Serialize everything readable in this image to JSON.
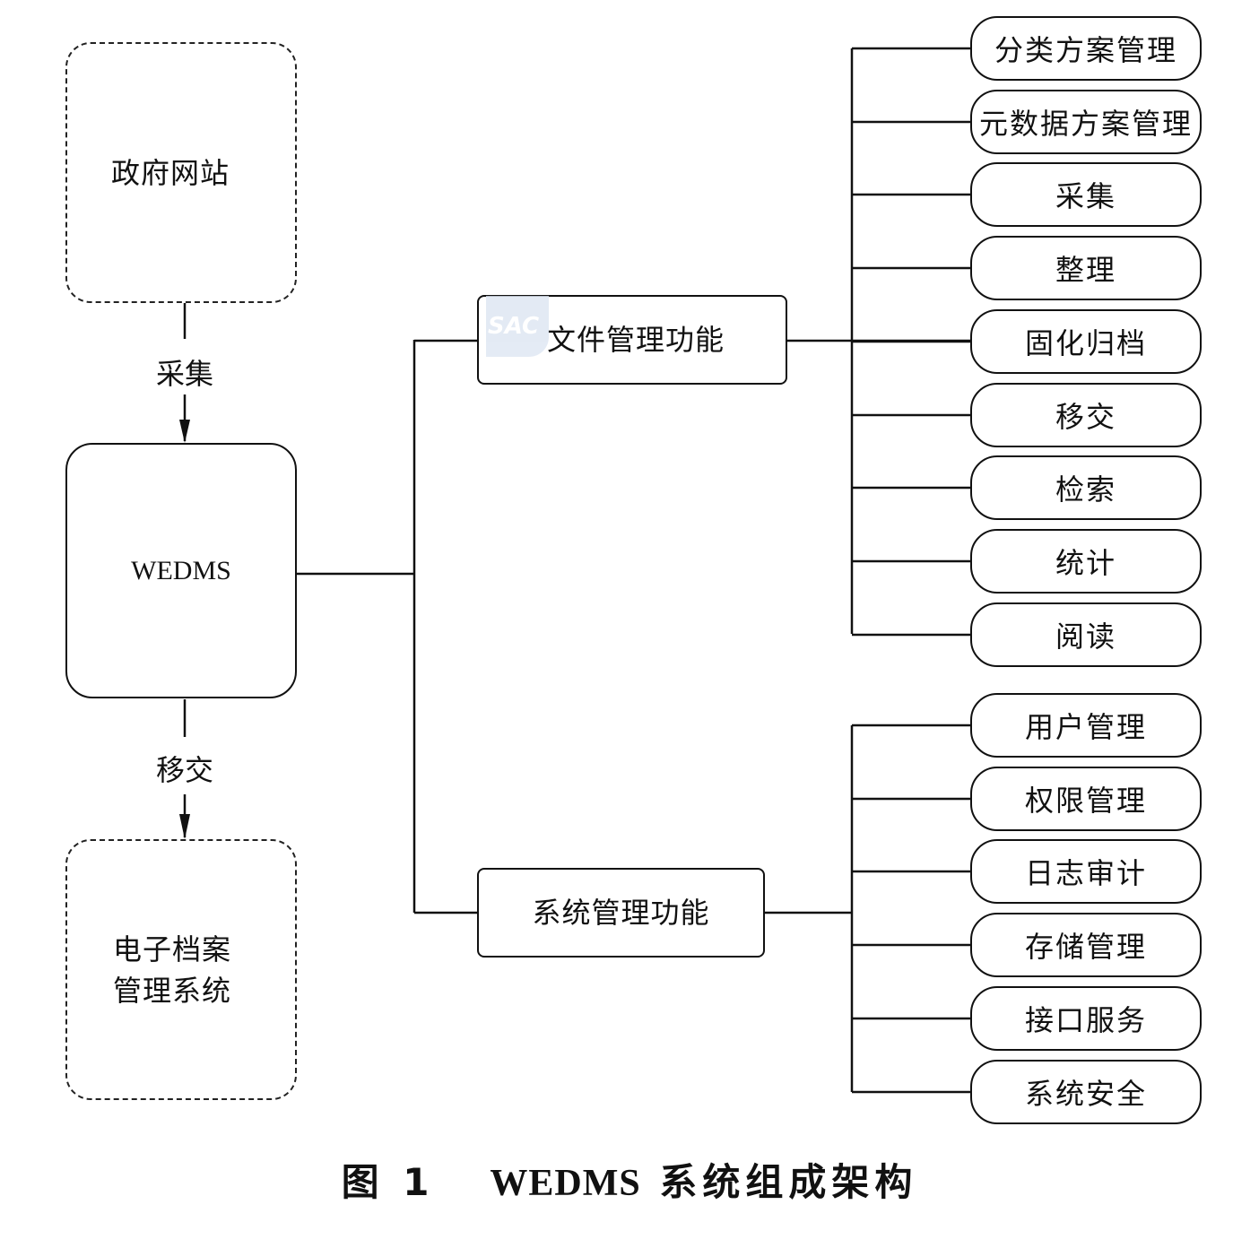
{
  "nodes": {
    "source": "政府网站",
    "core": "WEDMS",
    "target_line1": "电子档案",
    "target_line2": "管理系统",
    "file_mgmt": "文件管理功能",
    "sys_mgmt": "系统管理功能"
  },
  "edges": {
    "collect": "采集",
    "transfer": "移交"
  },
  "file_functions": [
    "分类方案管理",
    "元数据方案管理",
    "采集",
    "整理",
    "固化归档",
    "移交",
    "检索",
    "统计",
    "阅读"
  ],
  "system_functions": [
    "用户管理",
    "权限管理",
    "日志审计",
    "存储管理",
    "接口服务",
    "系统安全"
  ],
  "watermark": "SAC",
  "caption": {
    "prefix": "图 1",
    "en": "WEDMS",
    "zh": "系统组成架构"
  }
}
